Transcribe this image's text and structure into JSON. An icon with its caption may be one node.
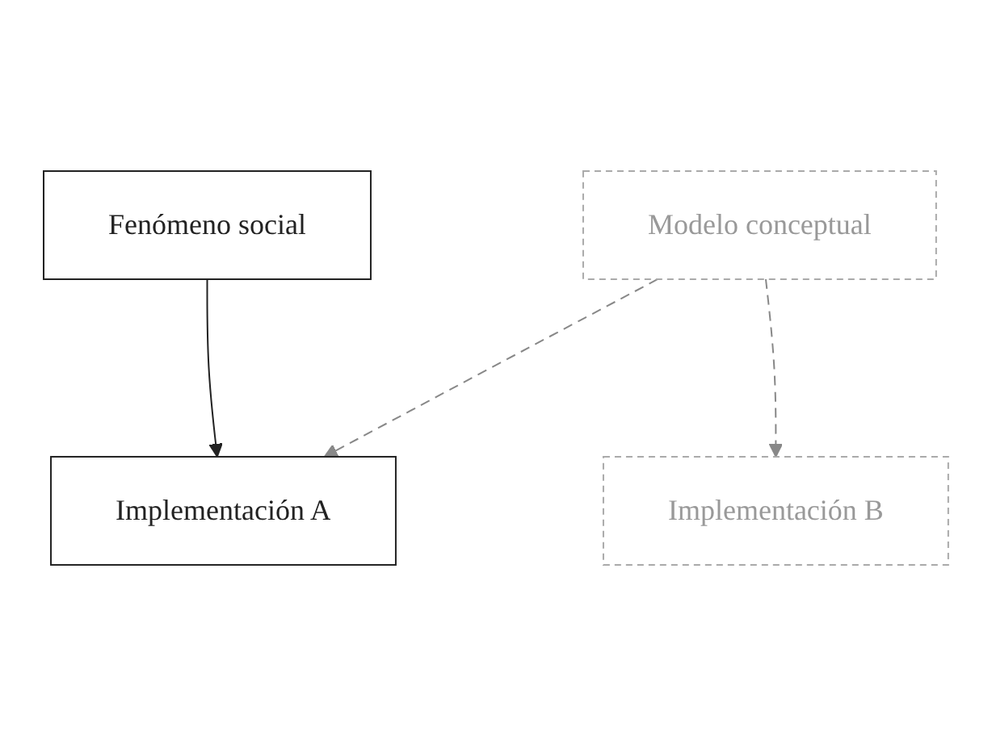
{
  "diagram": {
    "nodes": [
      {
        "text": [
          "Fenómeno social"
        ]
      },
      {
        "text": [
          "Modelo conceptual"
        ]
      },
      {
        "text": [
          "Implementación A"
        ]
      },
      {
        "text": [
          "Implementación B"
        ]
      }
    ],
    "edges": [
      {
        "from": 0,
        "to": 2,
        "arrow": "to",
        "color": "#222222"
      },
      {
        "from": 1,
        "to": 2,
        "arrow": "to",
        "style": "dashed"
      },
      {
        "from": 1,
        "to": 3,
        "arrow": "to",
        "style": "dashed"
      }
    ]
  }
}
